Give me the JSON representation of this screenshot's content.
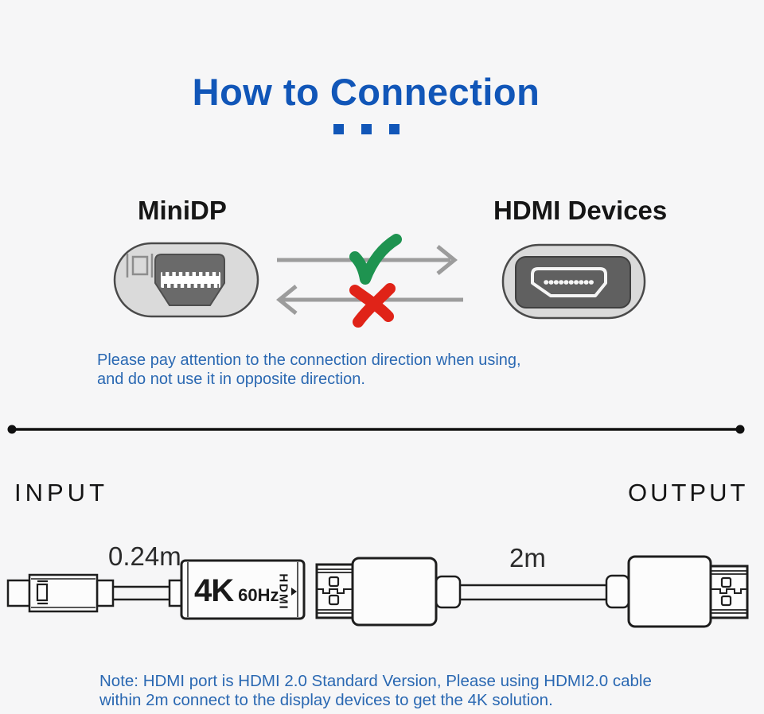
{
  "title": "How to Connection",
  "connection_guide": {
    "left_label": "MiniDP",
    "right_label": "HDMI Devices",
    "caution_line1": "Please pay attention to the connection direction when using,",
    "caution_line2": "and do not use it in opposite direction."
  },
  "cable_diagram": {
    "input_label": "INPUT",
    "output_label": "OUTPUT",
    "adapter_cable_length": "0.24m",
    "hdmi_cable_length": "2m",
    "adapter_resolution": "4K",
    "adapter_refresh": "60Hz",
    "adapter_port_label": "HDMI"
  },
  "note": {
    "line1": "Note: HDMI port is HDMI 2.0 Standard Version, Please using HDMI2.0 cable",
    "line2": "within 2m connect to the display devices to get the 4K solution."
  },
  "colors": {
    "title_blue": "#1156b8",
    "body_blue": "#2a68b2",
    "check_green": "#1e9350",
    "cross_red": "#e02318",
    "arrow_gray": "#9c9c9c"
  }
}
